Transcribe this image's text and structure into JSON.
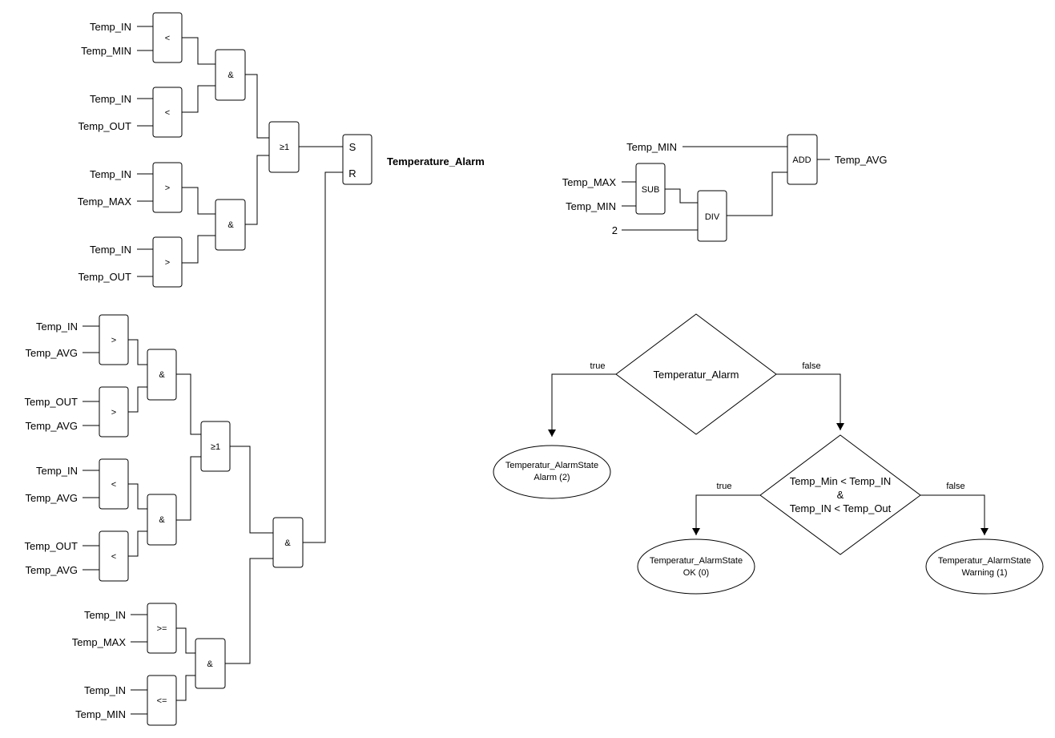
{
  "logic_diagram": {
    "inputs": {
      "g1a": "Temp_IN",
      "g1b": "Temp_MIN",
      "g2a": "Temp_IN",
      "g2b": "Temp_OUT",
      "g3a": "Temp_IN",
      "g3b": "Temp_MAX",
      "g4a": "Temp_IN",
      "g4b": "Temp_OUT",
      "g5a": "Temp_IN",
      "g5b": "Temp_AVG",
      "g6a": "Temp_OUT",
      "g6b": "Temp_AVG",
      "g7a": "Temp_IN",
      "g7b": "Temp_AVG",
      "g8a": "Temp_OUT",
      "g8b": "Temp_AVG",
      "g9a": "Temp_IN",
      "g9b": "Temp_MAX",
      "g10a": "Temp_IN",
      "g10b": "Temp_MIN"
    },
    "gates": {
      "g1": "<",
      "g2": "<",
      "g3": ">",
      "g4": ">",
      "g5": ">",
      "g6": ">",
      "g7": "<",
      "g8": "<",
      "g9": ">=",
      "g10": "<=",
      "and1": "&",
      "and2": "&",
      "or1": "≥1",
      "and3": "&",
      "and4": "&",
      "or2": "≥1",
      "and5": "&",
      "and6": "&"
    },
    "flipflop": {
      "set": "S",
      "reset": "R"
    },
    "output": "Temperature_Alarm"
  },
  "average_block": {
    "inputs": {
      "min_top": "Temp_MIN",
      "max": "Temp_MAX",
      "min": "Temp_MIN",
      "divisor": "2"
    },
    "blocks": {
      "sub": "SUB",
      "div": "DIV",
      "add": "ADD"
    },
    "output": "Temp_AVG"
  },
  "flowchart": {
    "decision1": "Temperatur_Alarm",
    "decision1_true": "true",
    "decision1_false": "false",
    "state_alarm": [
      "Temperatur_AlarmState",
      "Alarm (2)"
    ],
    "decision2": [
      "Temp_Min < Temp_IN",
      "&",
      "Temp_IN < Temp_Out"
    ],
    "decision2_true": "true",
    "decision2_false": "false",
    "state_ok": [
      "Temperatur_AlarmState",
      "OK (0)"
    ],
    "state_warning": [
      "Temperatur_AlarmState",
      "Warning (1)"
    ]
  }
}
